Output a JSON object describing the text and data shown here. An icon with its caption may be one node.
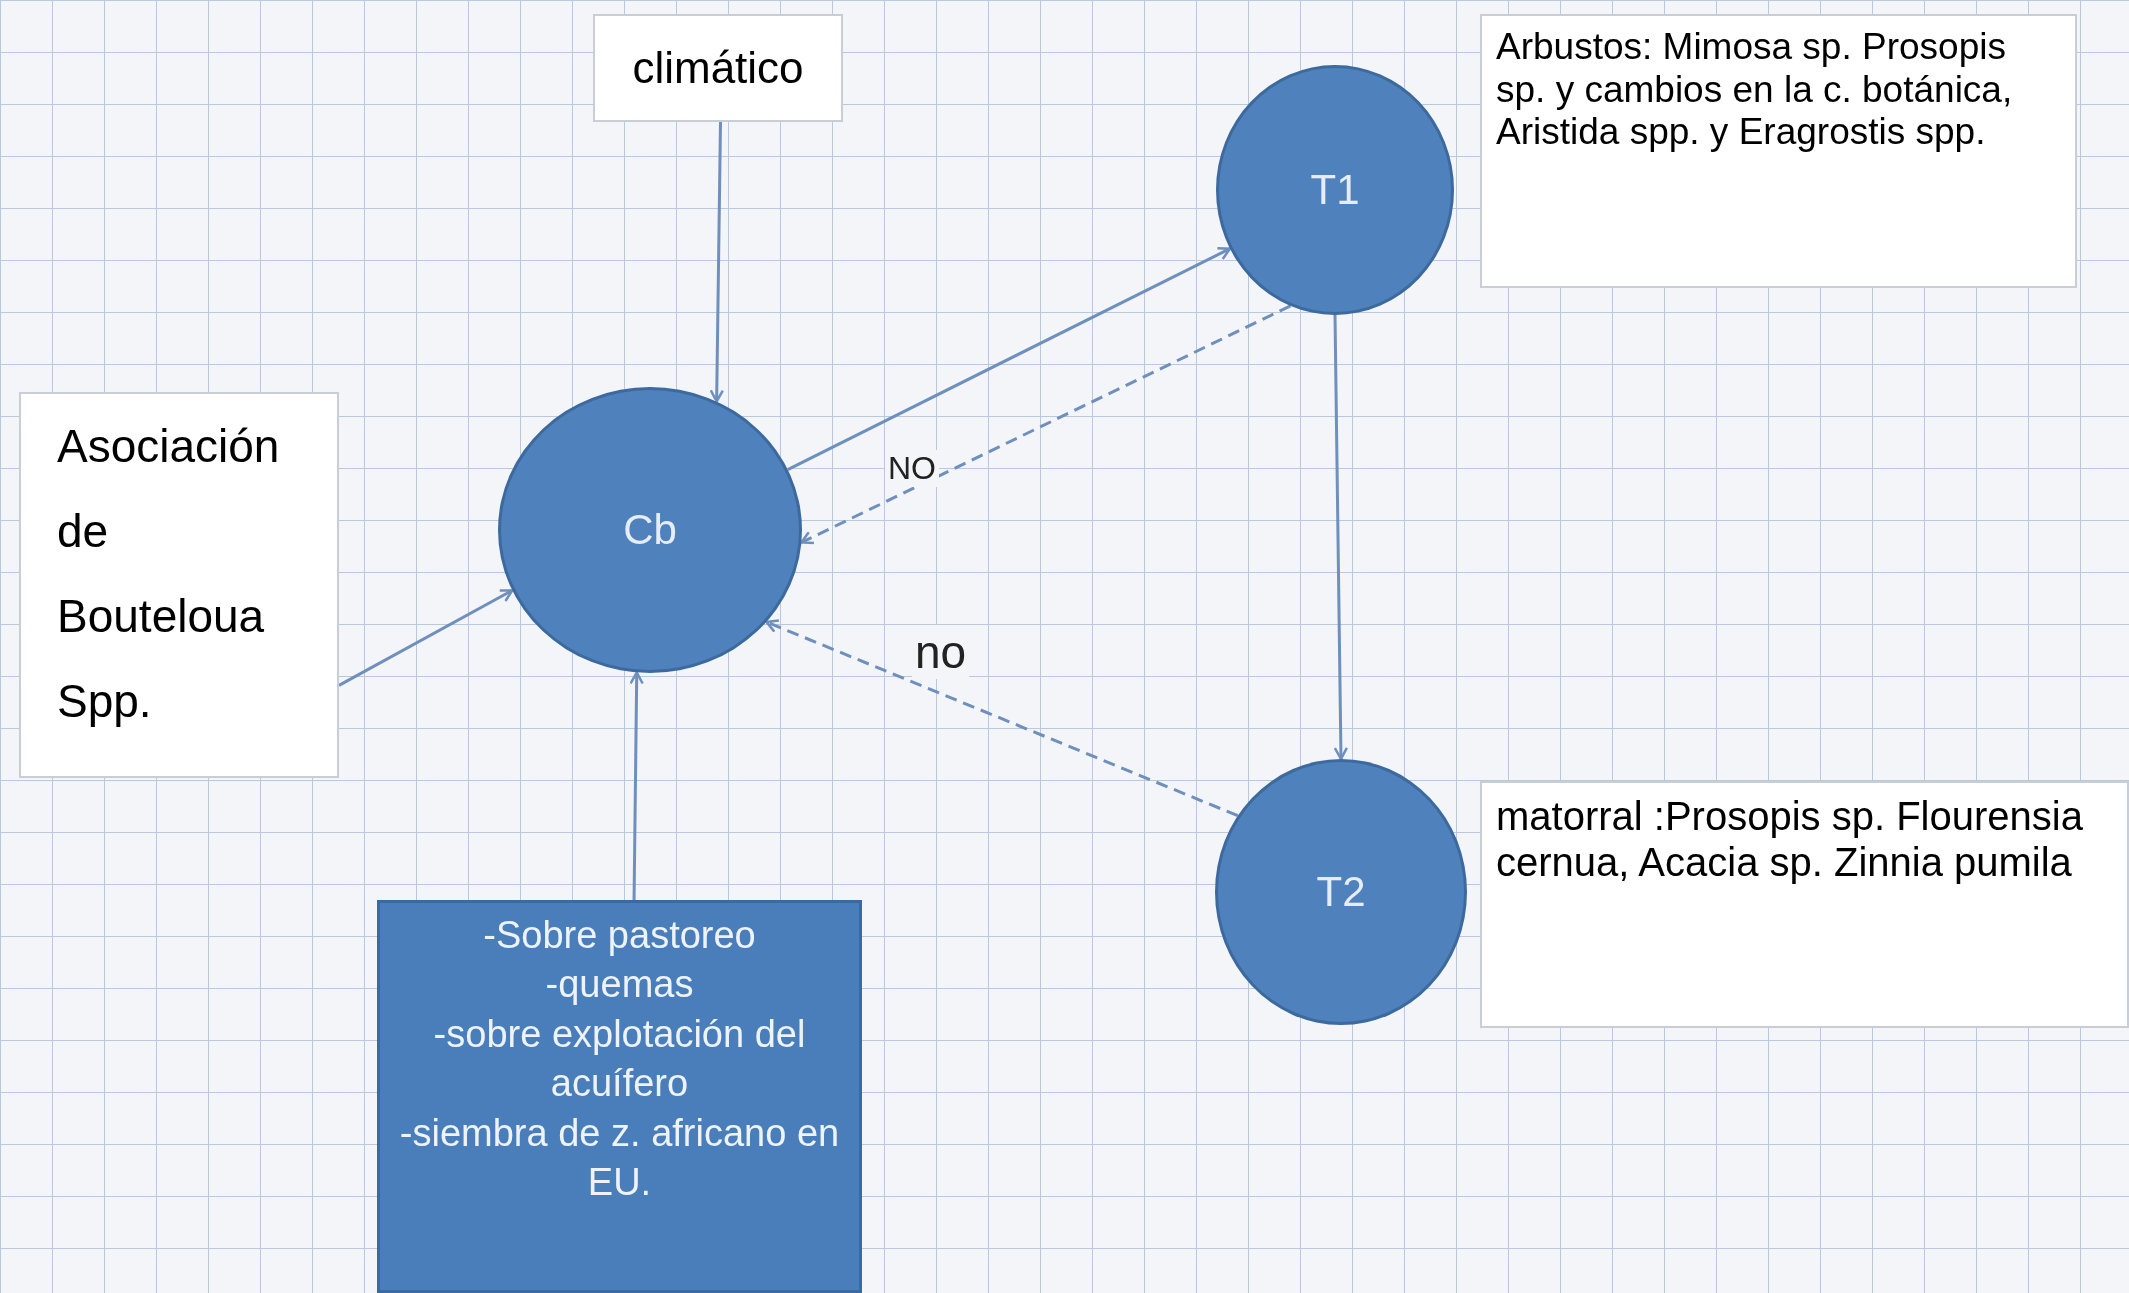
{
  "diagram": {
    "nodes": [
      {
        "text": [
          "climático"
        ]
      },
      {
        "text": [
          "T1"
        ]
      },
      {
        "text": [
          "Arbustos: Mimosa sp. Prosopis sp. y cambios en la c. botánica, Aristida spp. y Eragrostis spp."
        ]
      },
      {
        "text": [
          "Asociación de Bouteloua Spp."
        ]
      },
      {
        "text": [
          "Cb"
        ]
      },
      {
        "text": [
          "T2"
        ]
      },
      {
        "text": [
          "matorral :Prosopis sp. Flourensia cernua, Acacia sp. Zinnia pumila"
        ]
      },
      {
        "text": [
          "-Sobre pastoreo",
          "-quemas",
          "-sobre explotación del acuífero",
          "-siembra de z. africano en EU."
        ]
      }
    ],
    "edges": [
      {
        "from": 0,
        "to": 4,
        "arrow": "to"
      },
      {
        "from": 3,
        "to": 4,
        "arrow": "to"
      },
      {
        "from": 4,
        "to": 1,
        "arrow": "to"
      },
      {
        "from": 1,
        "to": 4,
        "arrow": "to",
        "style": "dashed",
        "label": "NO"
      },
      {
        "from": 1,
        "to": 5,
        "arrow": "to"
      },
      {
        "from": 5,
        "to": 4,
        "arrow": "to",
        "style": "dashed",
        "label": "no"
      },
      {
        "from": 7,
        "to": 4,
        "arrow": "to"
      }
    ]
  }
}
